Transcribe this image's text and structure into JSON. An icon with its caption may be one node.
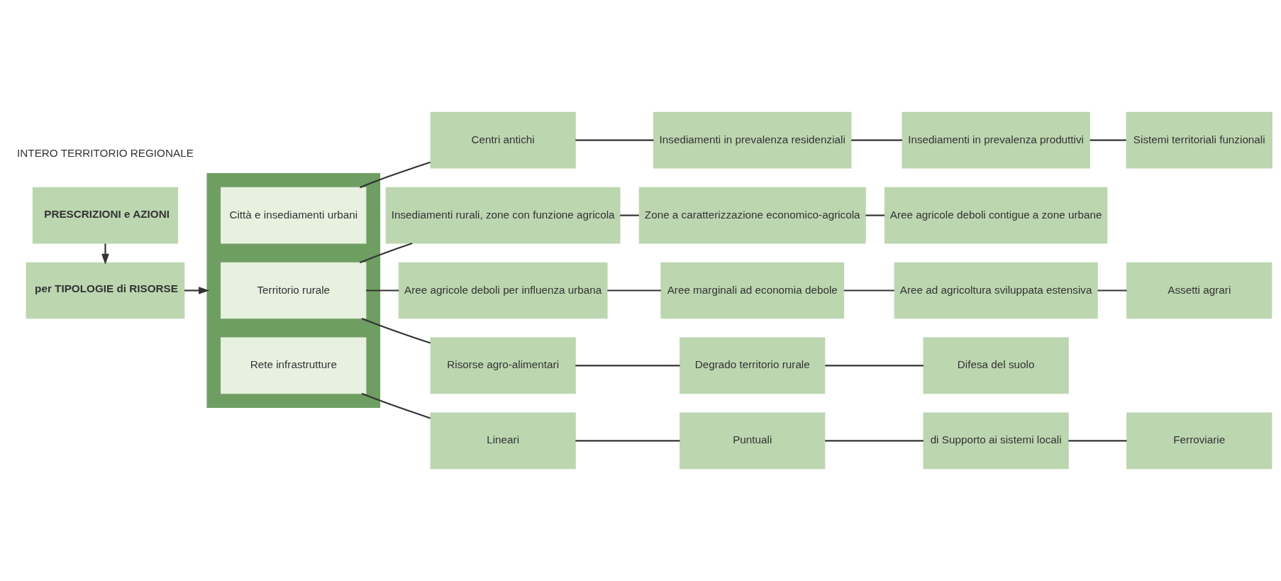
{
  "diagram": {
    "nodes": [
      {
        "text": [
          "PRESCRIZIONI e AZIONI"
        ]
      },
      {
        "text": [
          "per TIPOLOGIE di RISORSE"
        ]
      },
      {
        "text": [],
        "shape": "box"
      },
      {
        "text": [
          "Città e insediamenti urbani"
        ],
        "in": 2
      },
      {
        "text": [
          "Centri antichi"
        ]
      },
      {
        "text": [
          "Insediamenti in prevalenza residenziali"
        ]
      },
      {
        "text": [
          "Insediamenti in prevalenza produttivi"
        ]
      },
      {
        "text": [
          "Sistemi territoriali funzionali"
        ]
      },
      {
        "text": [
          "Insediamenti rurali, zone con funzione agricola"
        ]
      },
      {
        "text": [
          "Zone a caratterizzazione economico-agricola"
        ]
      },
      {
        "text": [
          "Aree agricole deboli contigue a zone urbane"
        ]
      },
      {
        "text": [
          "Territorio rurale"
        ],
        "in": 2
      },
      {
        "text": [
          "Aree agricole deboli per influenza urbana"
        ]
      },
      {
        "text": [
          "Aree marginali ad economia debole"
        ]
      },
      {
        "text": [
          "Aree ad agricoltura sviluppata estensiva"
        ]
      },
      {
        "text": [
          "Assetti agrari"
        ]
      },
      {
        "text": [
          "Risorse agro-alimentari"
        ]
      },
      {
        "text": [
          "Degrado territorio rurale"
        ]
      },
      {
        "text": [
          "Difesa del suolo"
        ]
      },
      {
        "text": [
          "Rete infrastrutture"
        ],
        "in": 2
      },
      {
        "text": [
          "Lineari"
        ]
      },
      {
        "text": [
          "Puntuali"
        ]
      },
      {
        "text": [
          "di Supporto ai sistemi locali"
        ]
      },
      {
        "text": [
          "Ferroviarie"
        ]
      }
    ],
    "edges": [
      {
        "from": 0,
        "to": 1,
        "arrow": "to"
      },
      {
        "from": 1,
        "to": 2,
        "arrow": "to"
      },
      {
        "from": 3,
        "to": 4,
        "arrow": "none"
      },
      {
        "from": 4,
        "to": 5,
        "arrow": "none"
      },
      {
        "from": 5,
        "to": 6,
        "arrow": "none"
      },
      {
        "from": 6,
        "to": 7,
        "arrow": "none"
      },
      {
        "from": 11,
        "to": 8,
        "arrow": "none"
      },
      {
        "from": 8,
        "to": 9,
        "arrow": "none"
      },
      {
        "from": 9,
        "to": 10,
        "arrow": "none"
      },
      {
        "from": 11,
        "to": 12,
        "arrow": "none"
      },
      {
        "from": 12,
        "to": 13,
        "arrow": "none"
      },
      {
        "from": 13,
        "to": 14,
        "arrow": "none"
      },
      {
        "from": 14,
        "to": 15,
        "arrow": "none"
      },
      {
        "from": 11,
        "to": 16,
        "arrow": "none"
      },
      {
        "from": 16,
        "to": 17,
        "arrow": "none"
      },
      {
        "from": 17,
        "to": 18,
        "arrow": "none"
      },
      {
        "from": 19,
        "to": 20,
        "arrow": "none"
      },
      {
        "from": 20,
        "to": 21,
        "arrow": "none"
      },
      {
        "from": 21,
        "to": 22,
        "arrow": "none"
      },
      {
        "from": 22,
        "to": 23,
        "arrow": "none"
      }
    ],
    "labels": [
      "INTERO TERRITORIO REGIONALE"
    ]
  }
}
